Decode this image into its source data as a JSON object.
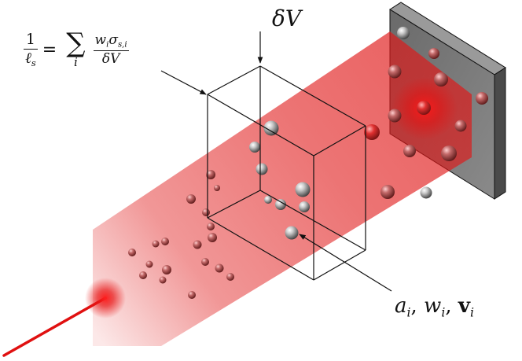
{
  "labels": {
    "volume": {
      "delta": "δ",
      "var": "V"
    },
    "formula": {
      "lhs_num": "1",
      "lhs_den_var": "ℓ",
      "lhs_den_sub": "s",
      "equals": "=",
      "sum_symbol": "∑",
      "sum_index": "i",
      "rhs_w": "w",
      "rhs_w_sub": "i",
      "rhs_sigma": "σ",
      "rhs_sigma_sub": "s,i",
      "rhs_den": "δV"
    },
    "particle": {
      "a": "a",
      "a_sub": "i",
      "sep1": ", ",
      "w": "w",
      "w_sub": "i",
      "sep2": ", ",
      "v": "v",
      "v_sub": "i"
    }
  },
  "colors": {
    "laser": "#e01010",
    "particle_red": "#b04040",
    "particle_gray": "#8a8a8a",
    "screen": "#555555",
    "outline": "#111111"
  }
}
